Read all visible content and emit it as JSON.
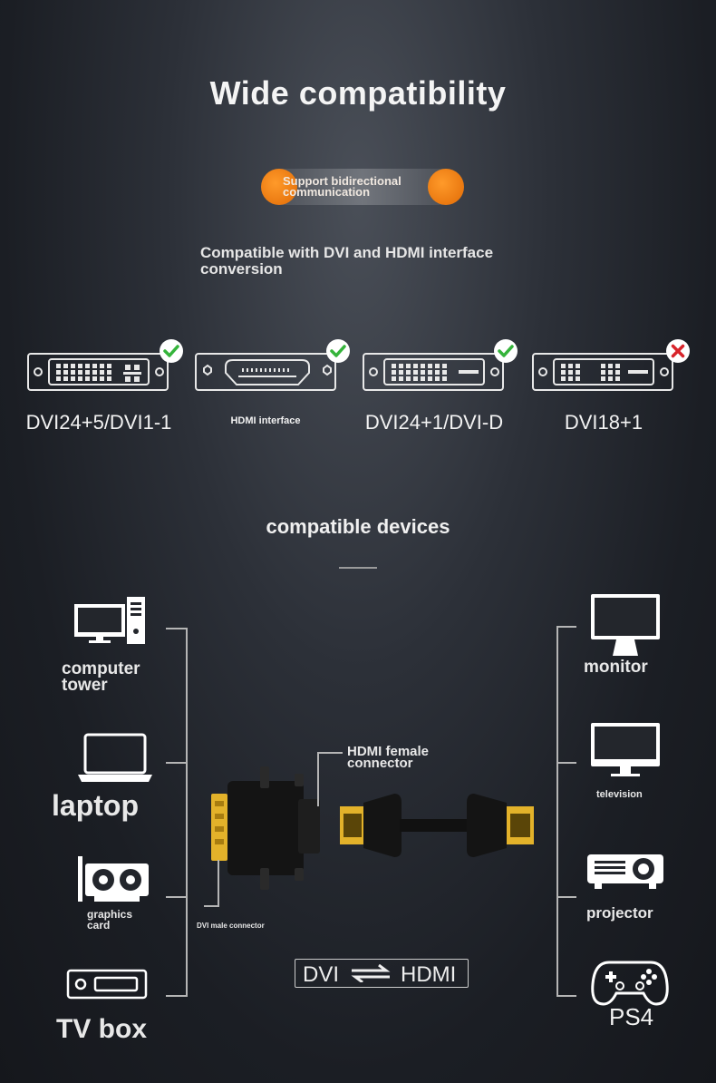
{
  "title": "Wide compatibility",
  "badge_text": "Support bidirectional communication",
  "compat_text": "Compatible with DVI and HDMI interface conversion",
  "connectors": [
    {
      "label": "DVI24+5/DVI1-1",
      "supported": true,
      "icon": "dvi-24-5-icon"
    },
    {
      "label": "HDMI interface",
      "supported": true,
      "icon": "hdmi-port-icon"
    },
    {
      "label": "DVI24+1/DVI-D",
      "supported": true,
      "icon": "dvi-24-1-icon"
    },
    {
      "label": "DVI18+1",
      "supported": false,
      "icon": "dvi-18-1-icon"
    }
  ],
  "devices_title": "compatible devices",
  "left_devices": [
    "computer tower",
    "laptop",
    "graphics card",
    "TV box"
  ],
  "right_devices": [
    "monitor",
    "television",
    "projector",
    "PS4"
  ],
  "hdmi_callout": "HDMI female connector",
  "dvi_callout": "DVI male connector",
  "conversion": {
    "left": "DVI",
    "right": "HDMI"
  },
  "colors": {
    "accent": "#f08418",
    "check": "#35b43b",
    "cross": "#d8232a",
    "connector_gold": "#e3b22a"
  }
}
